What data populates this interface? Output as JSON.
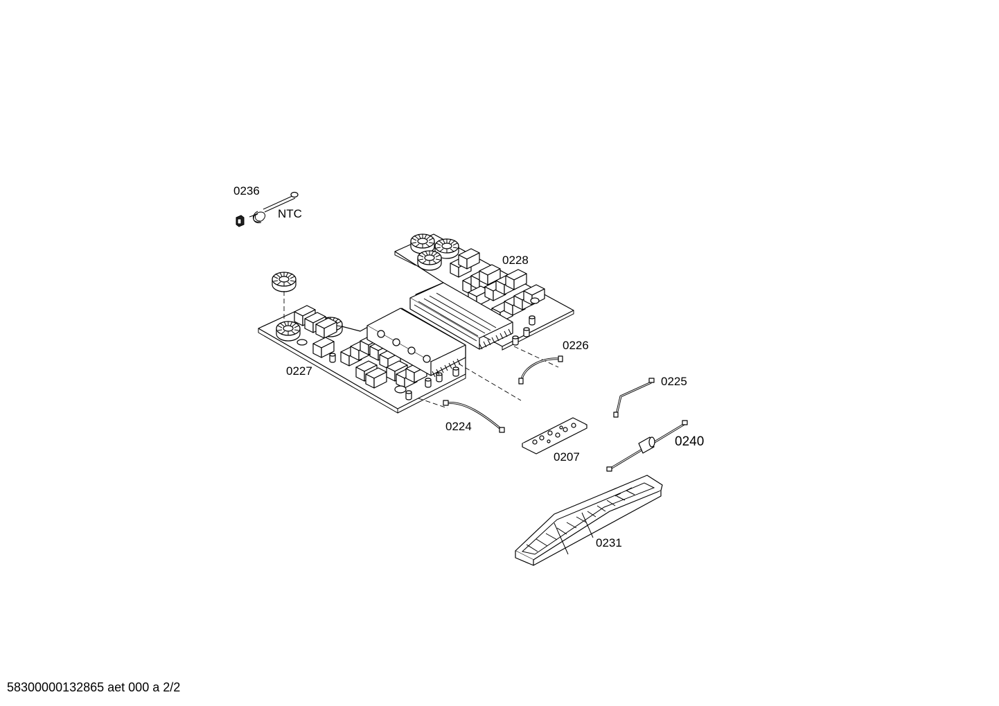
{
  "labels": {
    "p0236": "0236",
    "ntc": "NTC",
    "p0228": "0228",
    "p0226": "0226",
    "p0227": "0227",
    "p0225": "0225",
    "p0224": "0224",
    "p0240": "0240",
    "p0207": "0207",
    "p0231": "0231"
  },
  "footer": "58300000132865 aet 000 a 2/2"
}
